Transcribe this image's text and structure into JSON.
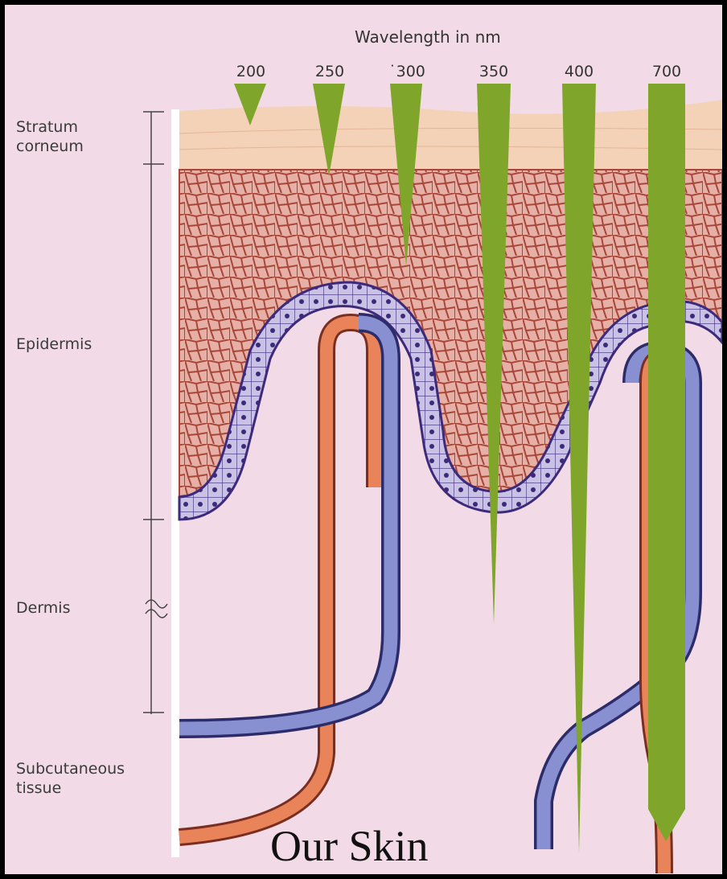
{
  "axis_title": "Wavelength in nm",
  "wavelengths": [
    "200",
    "250",
    "˙300",
    "350",
    "400",
    "700"
  ],
  "layers": {
    "stratum": "Stratum\ncorneum",
    "epidermis": "Epidermis",
    "dermis": "Dermis",
    "subcutaneous": "Subcutaneous\ntissue"
  },
  "caption": "Our Skin",
  "colors": {
    "background": "#f2dbe6",
    "stratum": "#f3d2b8",
    "epidermis_cell": "#e8b4aa",
    "cell_border": "#a8463a",
    "basal": "#c6bfe2",
    "basal_border": "#3d2a7a",
    "penetration": "#7fa52a",
    "artery": "#e8835a",
    "vein": "#7a86cf"
  }
}
